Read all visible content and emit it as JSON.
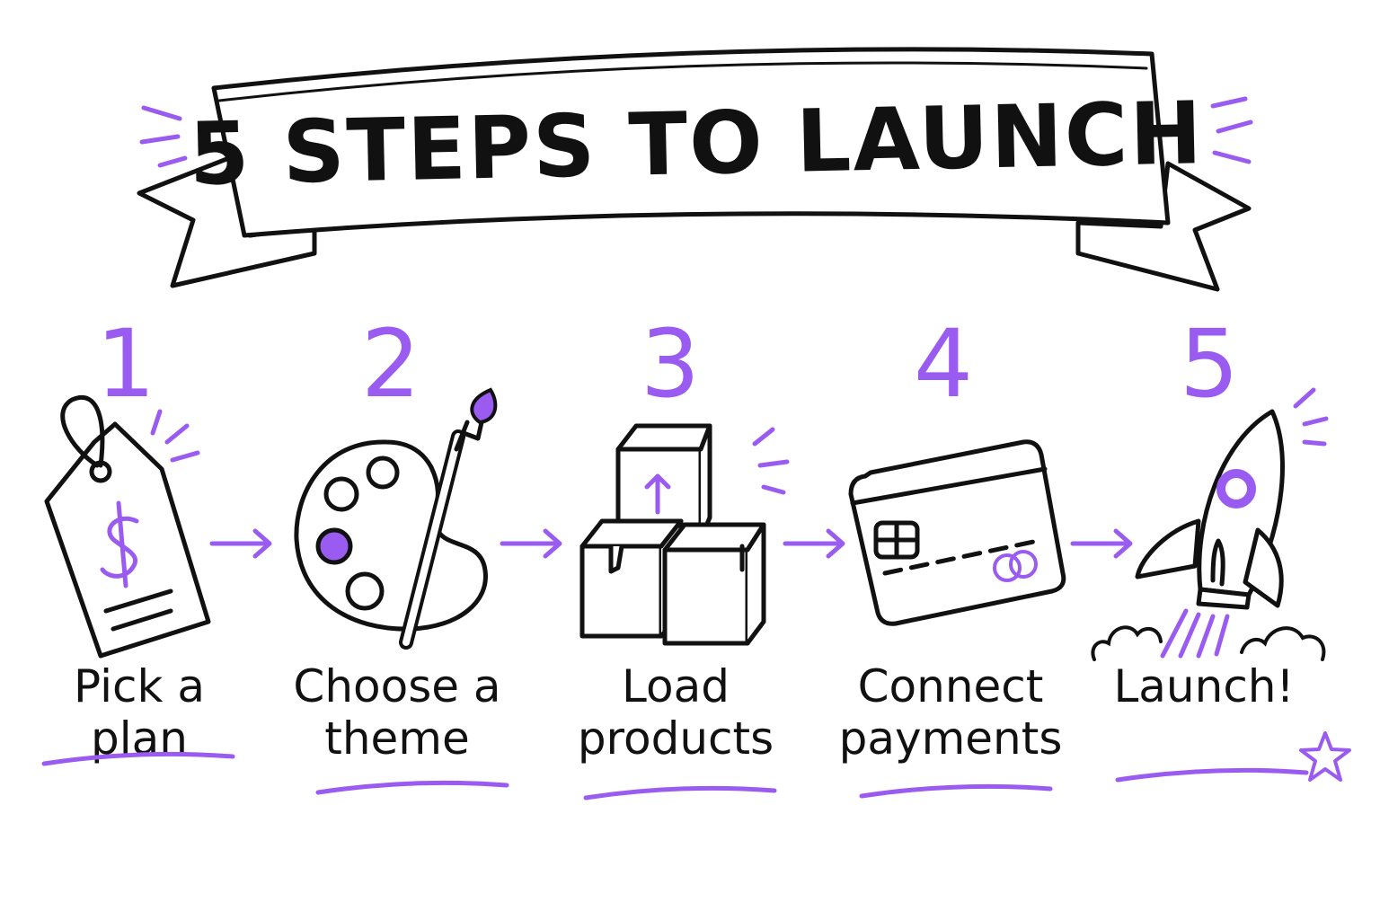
{
  "title": "5 STEPS TO LAUNCH",
  "colors": {
    "accent": "#9a5cf0",
    "ink": "#111111",
    "background": "#ffffff"
  },
  "steps": [
    {
      "number": "1",
      "icon": "price-tag-icon",
      "label_lines": [
        "Pick a plan"
      ]
    },
    {
      "number": "2",
      "icon": "paint-palette-icon",
      "label_lines": [
        "Choose a",
        "theme"
      ]
    },
    {
      "number": "3",
      "icon": "stacked-boxes-icon",
      "label_lines": [
        "Load",
        "products"
      ]
    },
    {
      "number": "4",
      "icon": "credit-card-icon",
      "label_lines": [
        "Connect",
        "payments"
      ]
    },
    {
      "number": "5",
      "icon": "rocket-icon",
      "label_lines": [
        "Launch!"
      ]
    }
  ],
  "decorations": [
    "sparkle-icon",
    "star-icon",
    "arrow-right-icon"
  ]
}
